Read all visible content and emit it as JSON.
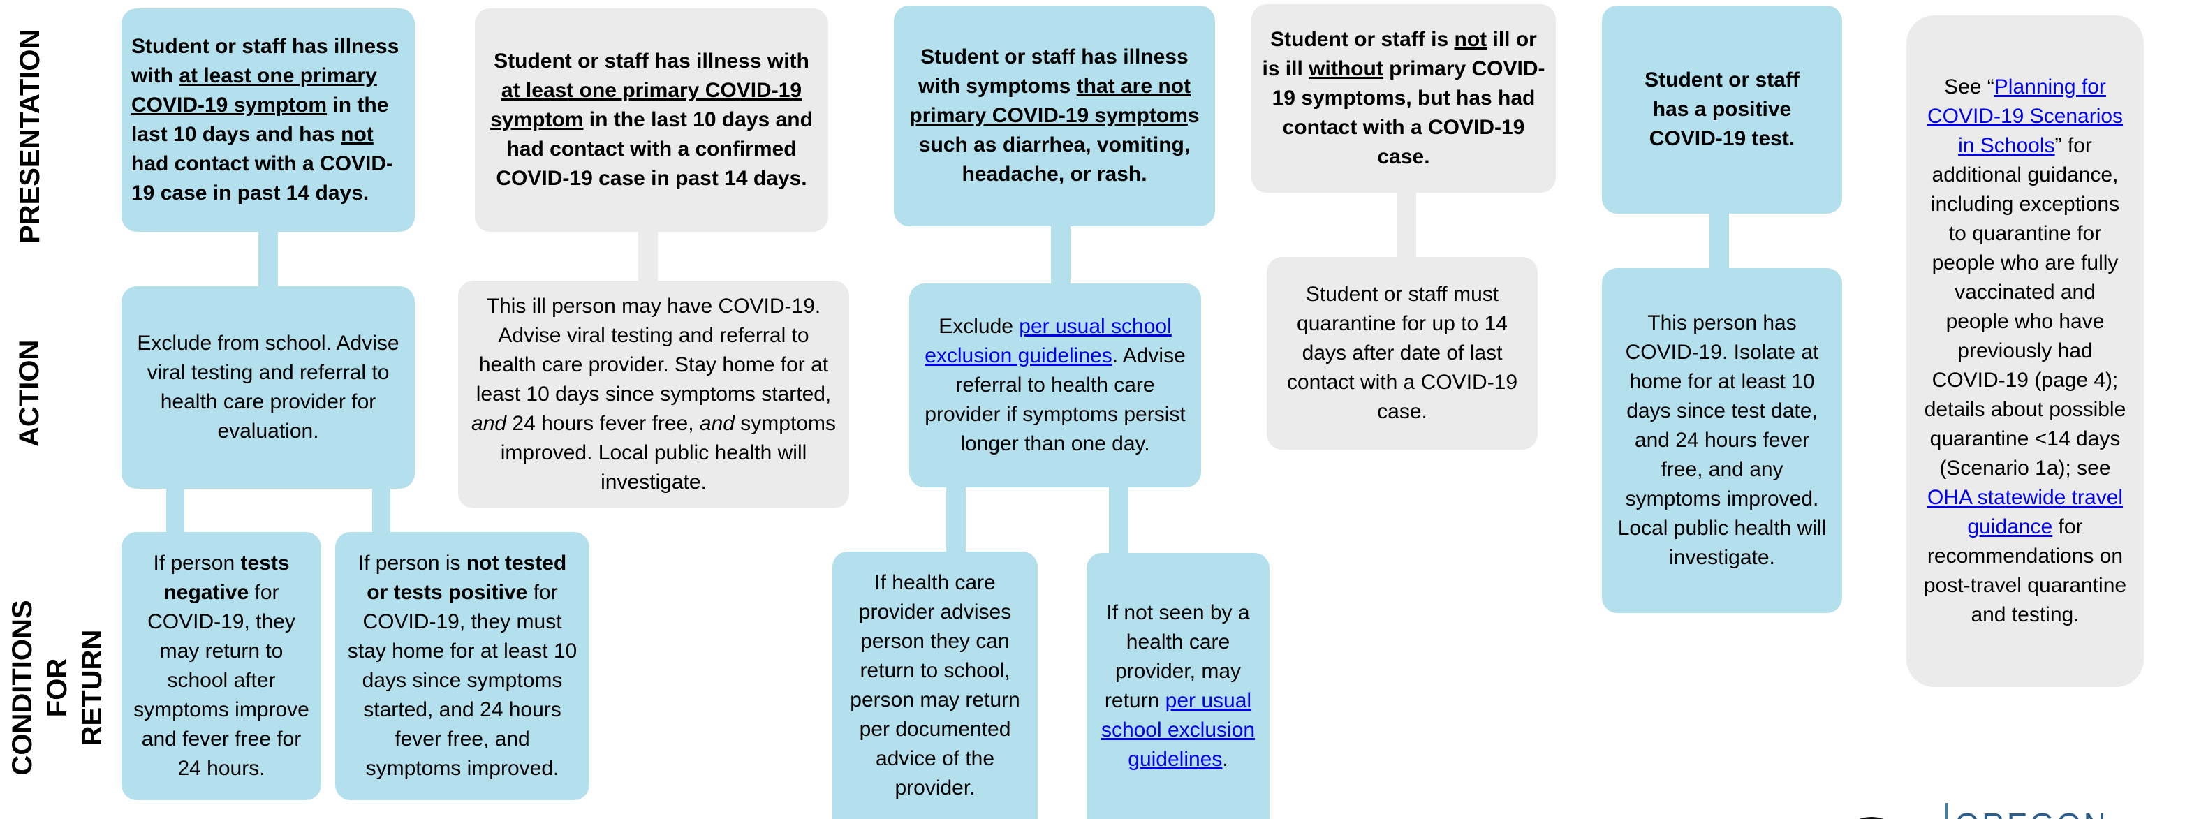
{
  "labels": {
    "presentation": "PRESENTATION",
    "action": "ACTION",
    "conditions_line1": "CONDITIONS FOR",
    "conditions_line2": "RETURN"
  },
  "col1": {
    "presentation": {
      "t1": "Student or staff has illness with ",
      "t2": "at least one primary COVID-19 symptom",
      "t3": " in the last 10 days and has ",
      "t4": "not",
      "t5": " had contact with a COVID-19 case in past 14 days."
    },
    "action": "Exclude from school. Advise viral testing and referral to health care provider for evaluation.",
    "return_a": {
      "t1": "If person ",
      "t2": "tests negative",
      "t3": " for COVID-19, they may return to school after symptoms improve and fever free for 24 hours."
    },
    "return_b": {
      "t1": "If person is ",
      "t2": "not tested or tests positive",
      "t3": " for COVID-19, they must stay home for at least 10 days since symptoms started, and 24 hours fever free, and symptoms improved."
    }
  },
  "col2": {
    "presentation": {
      "t1": "Student or staff has illness with ",
      "t2": "at least one primary COVID-19 symptom",
      "t3": " in the last 10 days and had contact with a confirmed COVID-19 case in past 14 days."
    },
    "action": {
      "t1": "This ill person may have COVID-19. Advise viral testing and referral to health care provider. Stay home for at least 10 days since symptoms started, ",
      "t2": "and",
      "t3": " 24 hours fever free, ",
      "t4": "and",
      "t5": " symptoms improved. Local public health will investigate."
    }
  },
  "col3": {
    "presentation": {
      "t1": "Student or staff has illness with symptoms ",
      "t2": "that are not primary COVID-19 symptom",
      "t3": "s such as diarrhea, vomiting, headache, or rash."
    },
    "action": {
      "t1": "Exclude ",
      "link": "per usual school exclusion guidelines",
      "t2": ". Advise referral to health care provider if symptoms persist longer than one day."
    },
    "return_a": "If health care provider advises person they can return to school, person may return per documented advice of the provider.",
    "return_b": {
      "t1": "If not seen by a health care provider, may return ",
      "link": "per usual school exclusion guidelines",
      "t2": "."
    }
  },
  "col4": {
    "presentation": {
      "t1": "Student or staff is ",
      "t2": "not",
      "t3": " ill or is ill ",
      "t4": "without",
      "t5": " primary COVID-19 symptoms, but has had contact with a COVID-19 case."
    },
    "action": "Student or staff must quarantine for up to 14 days after date of last contact with a COVID-19 case."
  },
  "col5": {
    "presentation": "Student or staff has a positive COVID-19 test.",
    "action": "This person has COVID-19. Isolate at home for at least 10 days since test date, and 24 hours fever free, and any symptoms improved. Local public health will investigate."
  },
  "note": {
    "t1": "See “",
    "link1": "Planning for COVID-19 Scenarios in Schools",
    "t2": "” for additional guidance, including exceptions to quarantine for people who are fully vaccinated and people who have previously had COVID-19 (page 4); details about possible quarantine <14 days (Scenario 1a); see ",
    "link2": "OHA statewide travel guidance",
    "t3": " for recommendations on post-travel quarantine and testing."
  },
  "footer": {
    "logo_text": "OREGON"
  },
  "colors": {
    "blue_box": "#b3e0ec",
    "gray_box": "#ebebeb",
    "link": "#0000ee"
  }
}
